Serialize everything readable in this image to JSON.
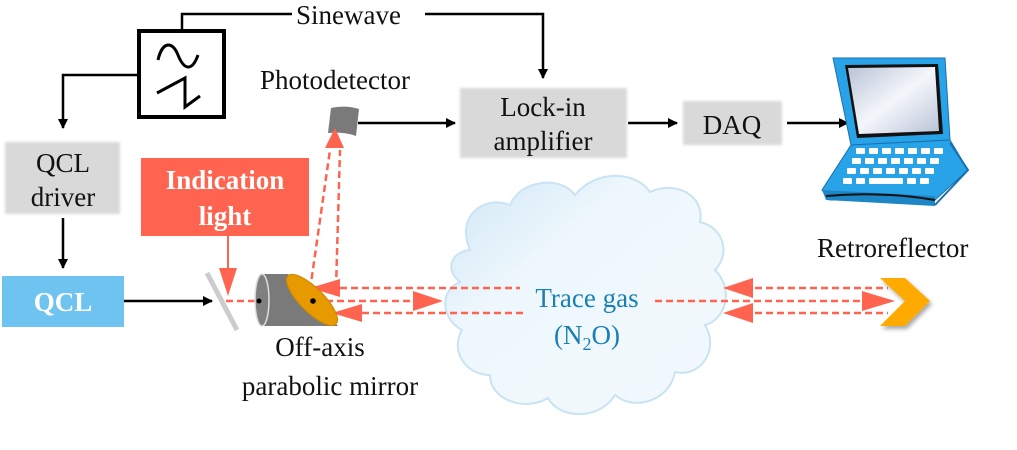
{
  "colors": {
    "beam": "#ff6450",
    "indication_box": "#ff6450",
    "qcl_box": "#6ec3f0",
    "gray_box": "#d9d9d9",
    "cloud_fill": "#eef7fc",
    "cloud_stroke": "#c9e3f3",
    "gas_text": "#1a7fb5",
    "mirror_body": "#7a7a7a",
    "mirror_face": "#e69a00",
    "retroreflector": "#ffaa00",
    "laptop": "#29a3e8"
  },
  "labels": {
    "sinewave": "Sinewave",
    "photodetector": "Photodetector",
    "lockin_line1": "Lock-in",
    "lockin_line2": "amplifier",
    "daq": "DAQ",
    "qcl_driver_line1": "QCL",
    "qcl_driver_line2": "driver",
    "indication_line1": "Indication",
    "indication_line2": "light",
    "qcl": "QCL",
    "oap_line1": "Off-axis",
    "oap_line2": "parabolic mirror",
    "trace_gas_line1": "Trace gas",
    "trace_gas_n": "(N",
    "trace_gas_sub": "2",
    "trace_gas_o": "O)",
    "retroreflector": "Retroreflector"
  },
  "icons": {
    "function_generator": "function-generator-icon",
    "photodetector": "photodetector-icon",
    "laptop": "laptop-icon",
    "mirror": "parabolic-mirror-icon",
    "beam_splitter": "beam-splitter-icon",
    "retroreflector": "retroreflector-icon",
    "cloud": "gas-cloud-icon"
  }
}
